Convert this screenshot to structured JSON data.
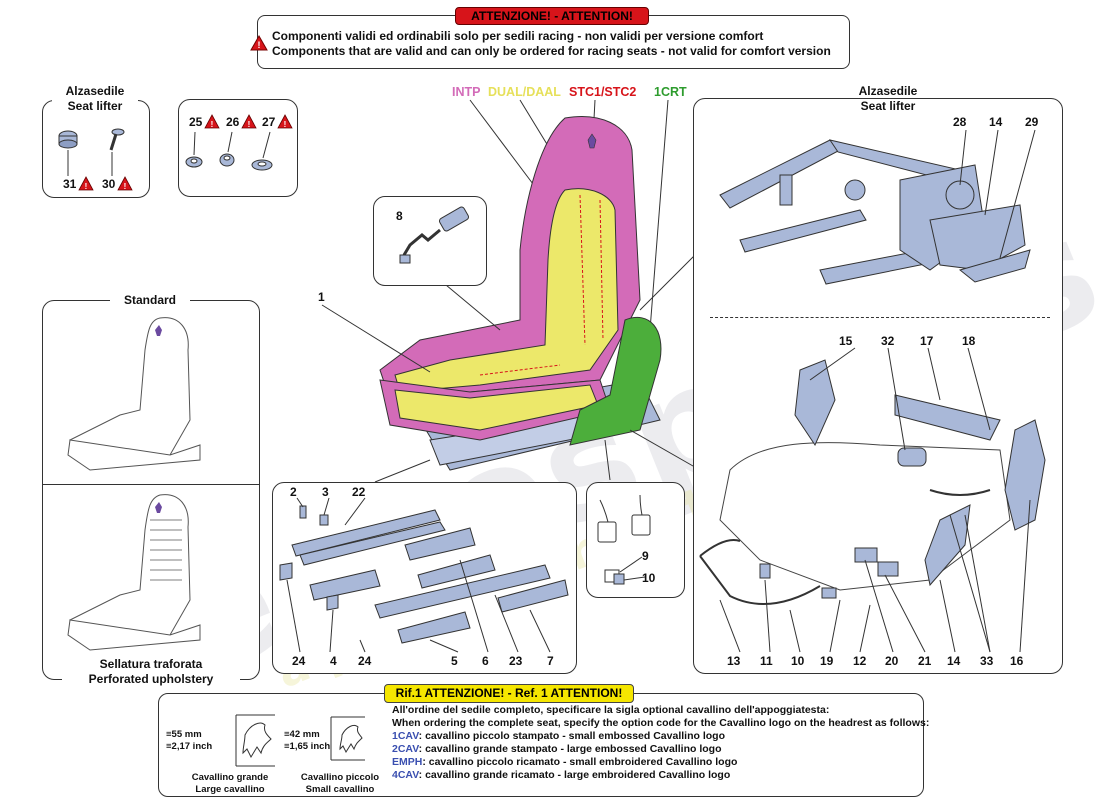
{
  "top_notice": {
    "header": "ATTENZIONE! - ATTENTION!",
    "line_it": "Componenti validi ed ordinabili solo per sedili  racing - non validi per versione  comfort",
    "line_en": "Components that are valid and can only be ordered for racing  seats - not valid for comfort version"
  },
  "seat_lifter_left": {
    "title_it": "Alzasedile",
    "title_en": "Seat lifter",
    "labels": [
      "31",
      "30"
    ]
  },
  "nuts_box": {
    "labels": [
      "25",
      "26",
      "27"
    ]
  },
  "seat_lifter_right": {
    "title_it": "Alzasedile",
    "title_en": "Seat lifter",
    "labels": [
      "28",
      "14",
      "29"
    ]
  },
  "color_legend": [
    {
      "text": "INTP",
      "color": "#d36bb8"
    },
    {
      "text": "DUAL/DAAL",
      "color": "#e6e05a"
    },
    {
      "text": "STC1/STC2",
      "color": "#d7141a"
    },
    {
      "text": "1CRT",
      "color": "#2e9c2e"
    }
  ],
  "belt_box": {
    "label": "8"
  },
  "part_1": "1",
  "standard_box": {
    "title": "Standard",
    "caption_it": "Sellatura traforata",
    "caption_en": "Perforated upholstery"
  },
  "rails_box": {
    "top_labels": [
      "2",
      "3",
      "22"
    ],
    "bottom_labels": [
      "24",
      "4",
      "24",
      "5",
      "6",
      "23",
      "7"
    ]
  },
  "connector_box": {
    "labels": [
      "9",
      "10"
    ]
  },
  "frame_labels_top": [
    "15",
    "32",
    "17",
    "18"
  ],
  "frame_labels_bottom": [
    "13",
    "11",
    "10",
    "19",
    "12",
    "20",
    "21",
    "14",
    "33",
    "16"
  ],
  "bottom_notice": {
    "header": "Rif.1 ATTENZIONE! - Ref. 1 ATTENTION!",
    "line1": "All'ordine del sedile completo, specificare la sigla optional cavallino dell'appoggiatesta:",
    "line2": "When ordering the complete seat, specify the option code for the Cavallino logo on the headrest as follows:",
    "options": [
      {
        "code": "1CAV",
        "desc": ": cavallino piccolo stampato - small embossed Cavallino logo"
      },
      {
        "code": "2CAV",
        "desc": ": cavallino grande stampato - large embossed Cavallino logo"
      },
      {
        "code": "EMPH",
        "desc": ": cavallino piccolo ricamato - small embroidered Cavallino logo"
      },
      {
        "code": "4CAV",
        "desc": ": cavallino grande ricamato - large embroidered Cavallino logo"
      }
    ],
    "code_color": "#3a4fb0",
    "large": {
      "dim1": "55 mm",
      "dim2": "2,17 inch",
      "cap_it": "Cavallino grande",
      "cap_en": "Large cavallino"
    },
    "small": {
      "dim1": "42 mm",
      "dim2": "1,65 inch",
      "cap_it": "Cavallino piccolo",
      "cap_en": "Small cavallino"
    }
  },
  "watermark": {
    "brand": "eurospares",
    "tagline": "a passion for parts since 1985"
  },
  "colors": {
    "warning_red": "#d7141a",
    "notice_yellow": "#f5e600",
    "part_blue": "#a9b8d8"
  }
}
